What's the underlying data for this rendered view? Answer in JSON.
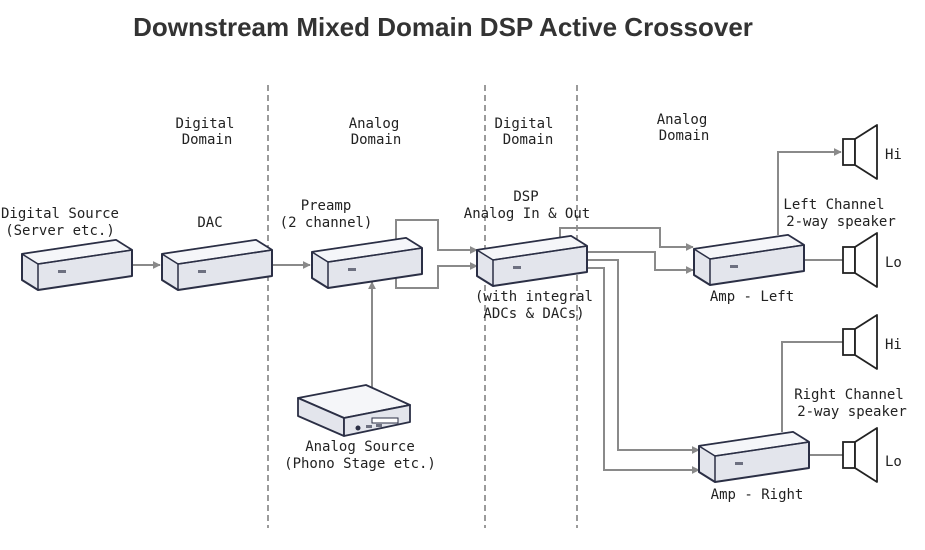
{
  "title": "Downstream Mixed Domain DSP Active Crossover",
  "domains": [
    {
      "line1": "Digital",
      "line2": "Domain"
    },
    {
      "line1": "Analog",
      "line2": "Domain"
    },
    {
      "line1": "Digital",
      "line2": "Domain"
    },
    {
      "line1": "Analog",
      "line2": "Domain"
    }
  ],
  "devices": {
    "digital_source": {
      "line1": "Digital Source",
      "line2": "(Server etc.)"
    },
    "dac": {
      "line1": "DAC"
    },
    "preamp": {
      "line1": "Preamp",
      "line2": "(2 channel)"
    },
    "dsp": {
      "line1": "DSP",
      "line2": "Analog In & Out",
      "line3": "(with integral",
      "line4": "ADCs & DACs)"
    },
    "analog_source": {
      "line1": "Analog Source",
      "line2": "(Phono Stage etc.)"
    },
    "amp_left": {
      "line1": "Amp - Left"
    },
    "amp_right": {
      "line1": "Amp - Right"
    }
  },
  "speakers": {
    "left": {
      "line1": "Left Channel",
      "line2": "2-way speaker",
      "hi": "Hi",
      "lo": "Lo"
    },
    "right": {
      "line1": "Right Channel",
      "line2": "2-way speaker",
      "hi": "Hi",
      "lo": "Lo"
    }
  },
  "colors": {
    "box_top": "#f2f3f7",
    "box_front": "#e3e5ec",
    "box_outline": "#2b2f45",
    "wire": "#8a8a8a",
    "divider": "#7a7a7a"
  }
}
